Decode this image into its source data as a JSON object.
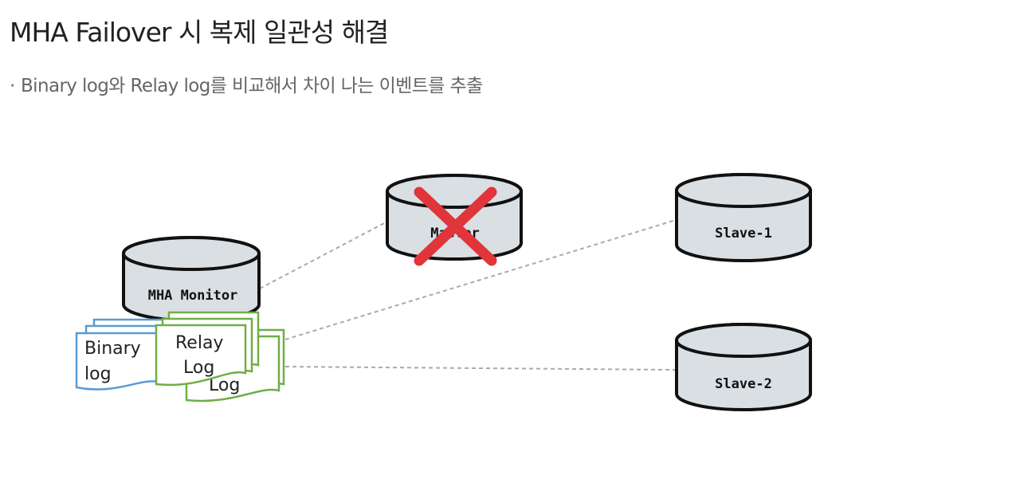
{
  "slide": {
    "title": "MHA Failover 시 복제 일관성 해결",
    "bullet_marker": "·",
    "bullet_text": "Binary log와 Relay log를 비교해서 차이 나는 이벤트를 추출"
  },
  "diagram": {
    "nodes": {
      "monitor": "MHA Monitor",
      "master": "Master",
      "slave1": "Slave-1",
      "slave2": "Slave-2"
    },
    "logs": {
      "binary_line1": "Binary",
      "binary_line2": "log",
      "relay_line1": "Relay",
      "relay_line2": "Log",
      "relay_back": "Log"
    },
    "master_status": "failed",
    "colors": {
      "db_fill": "#d9dfe3",
      "db_stroke": "#111111",
      "connector": "#aaaaaa",
      "fail_cross": "#e0353a",
      "binary_log": "#5b9bd5",
      "relay_log": "#70ad47"
    }
  }
}
